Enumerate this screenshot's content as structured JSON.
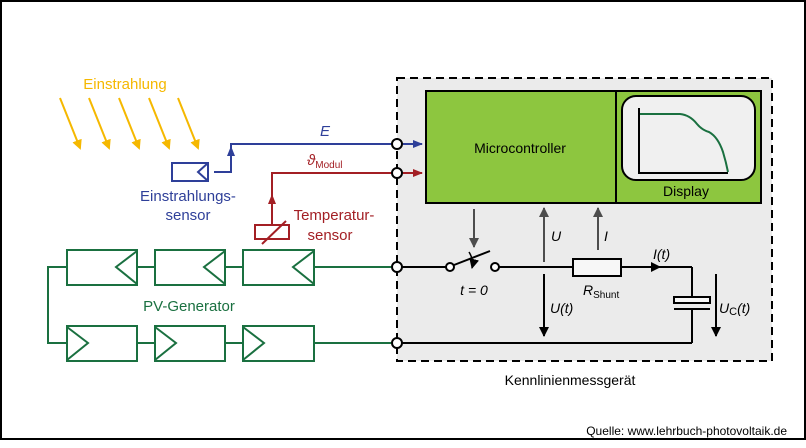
{
  "labels": {
    "irradiance": "Einstrahlung",
    "irradiance_sensor_line1": "Einstrahlungs-",
    "irradiance_sensor_line2": "sensor",
    "temp_sensor_line1": "Temperatur-",
    "temp_sensor_line2": "sensor",
    "signal_E": "E",
    "signal_theta": "ϑ",
    "signal_theta_sub": "Modul",
    "pv_generator": "PV-Generator",
    "microcontroller": "Microcontroller",
    "display": "Display",
    "meas_U": "U",
    "meas_I": "I",
    "switch_label": "t = 0",
    "voltage_Ut": "U(t)",
    "shunt_R": "R",
    "shunt_sub": "Shunt",
    "current_It": "I(t)",
    "cap_U": "U",
    "cap_sub": "C",
    "cap_t": "(t)",
    "device": "Kennlinienmessgerät",
    "source": "Quelle: www.lehrbuch-photovoltaik.de"
  },
  "colors": {
    "sun": "#f5b800",
    "sensor_blue": "#2e3f99",
    "temp_red": "#a31f24",
    "pv_green": "#1a7040",
    "mc_green": "#8dc63f",
    "device_bg": "#ebebeb",
    "arrow_gray": "#4d4d4d"
  }
}
